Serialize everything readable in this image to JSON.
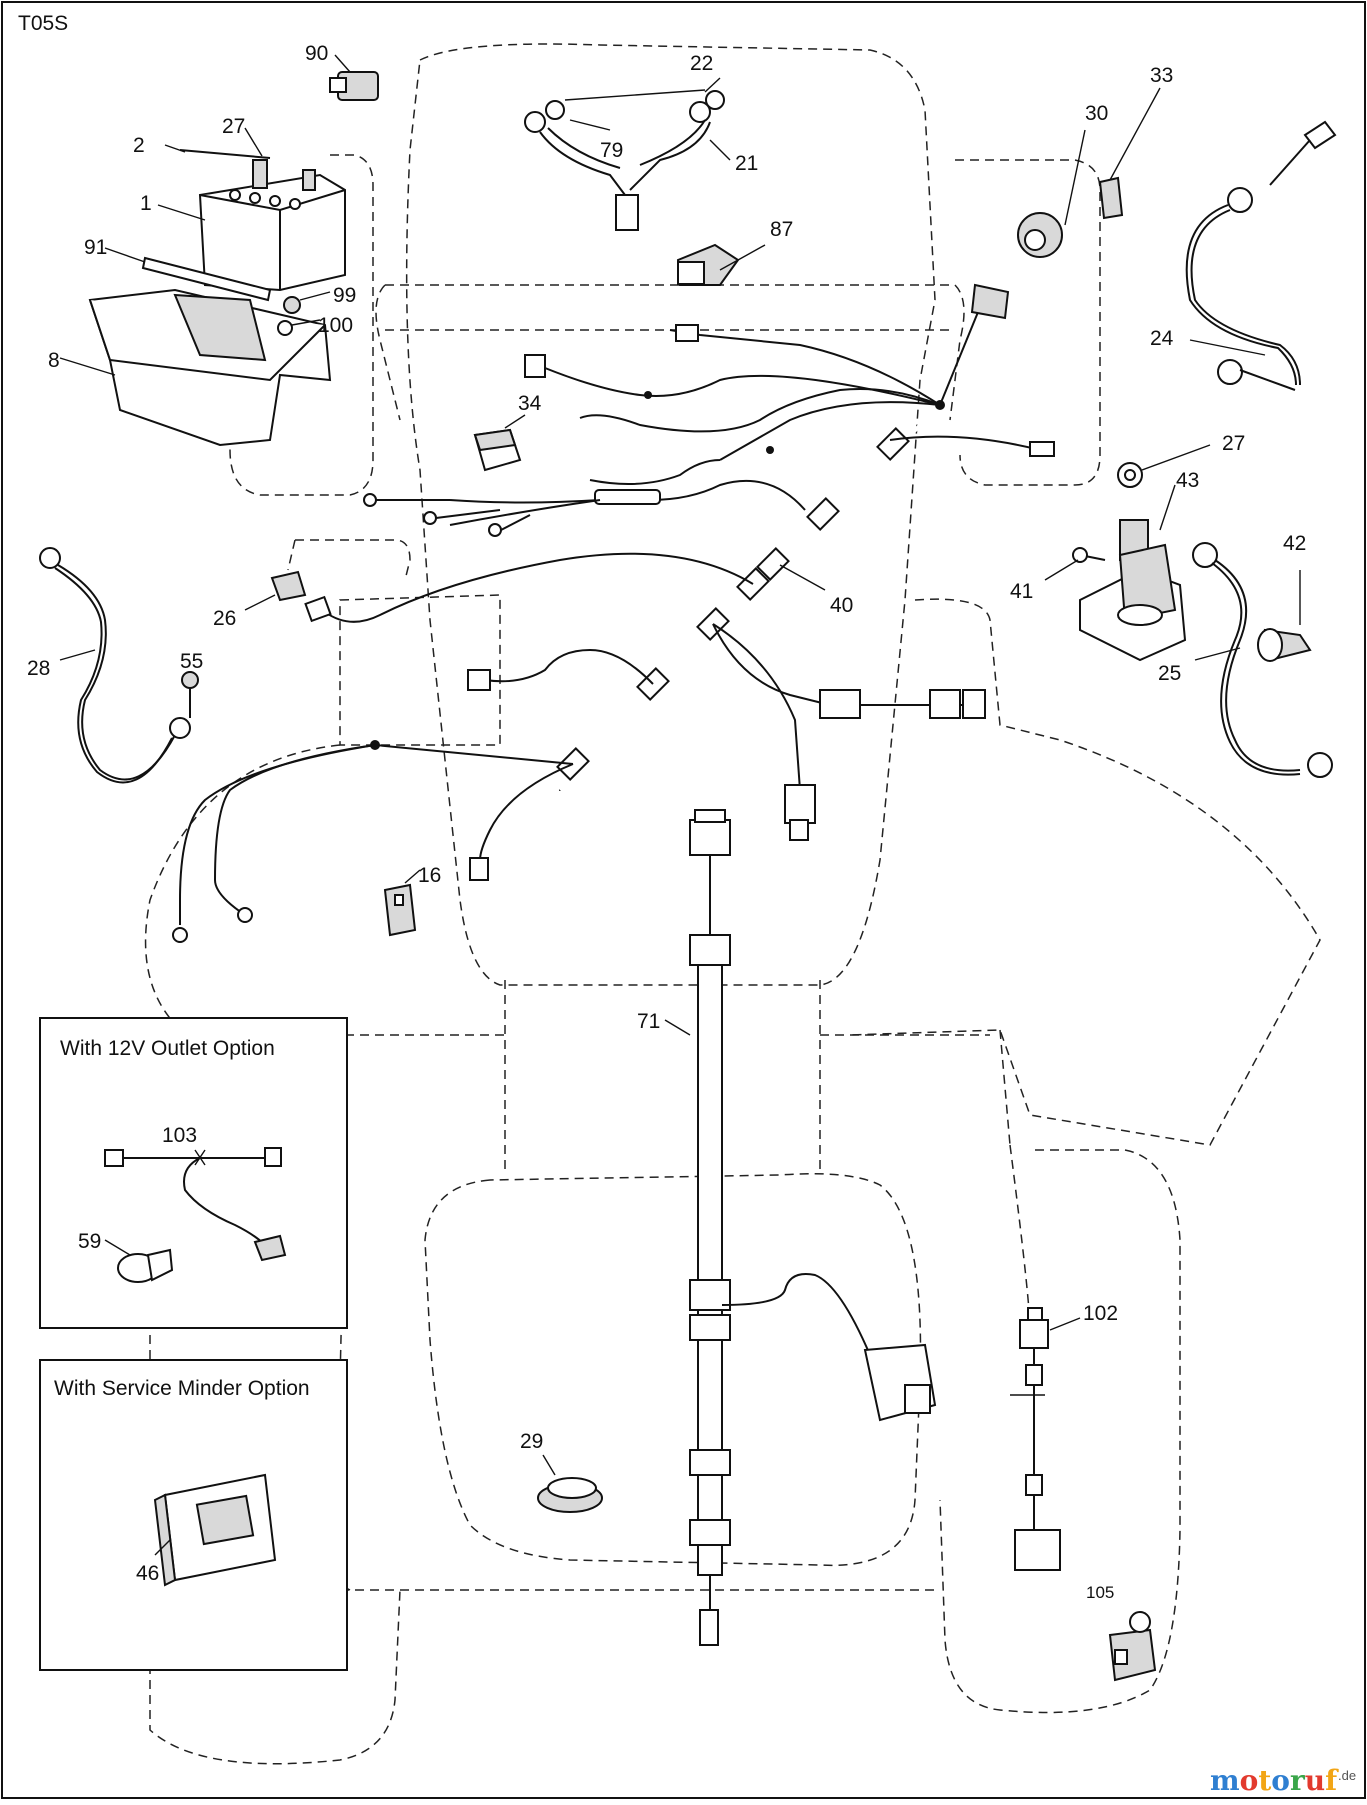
{
  "diagram_code": "T05S",
  "option_boxes": {
    "outlet_title": "With 12V Outlet Option",
    "minder_title": "With Service Minder Option"
  },
  "callouts": {
    "c90": "90",
    "c2": "2",
    "c27a": "27",
    "c1": "1",
    "c91": "91",
    "c99": "99",
    "c100": "100",
    "c8": "8",
    "c22": "22",
    "c79": "79",
    "c21": "21",
    "c87": "87",
    "c34": "34",
    "c30": "30",
    "c33": "33",
    "c24": "24",
    "c27b": "27",
    "c43": "43",
    "c42": "42",
    "c41": "41",
    "c25": "25",
    "c40": "40",
    "c26": "26",
    "c28": "28",
    "c55": "55",
    "c16": "16",
    "c71": "71",
    "c103": "103",
    "c59": "59",
    "c46": "46",
    "c29": "29",
    "c102": "102",
    "c105": "105"
  },
  "watermark": {
    "brand": "motoruf",
    "suffix": ".de",
    "colors": [
      "#2f7fd1",
      "#e23a2e",
      "#f2a516",
      "#2f7fd1",
      "#3aa64a",
      "#e23a2e",
      "#f2a516"
    ]
  }
}
